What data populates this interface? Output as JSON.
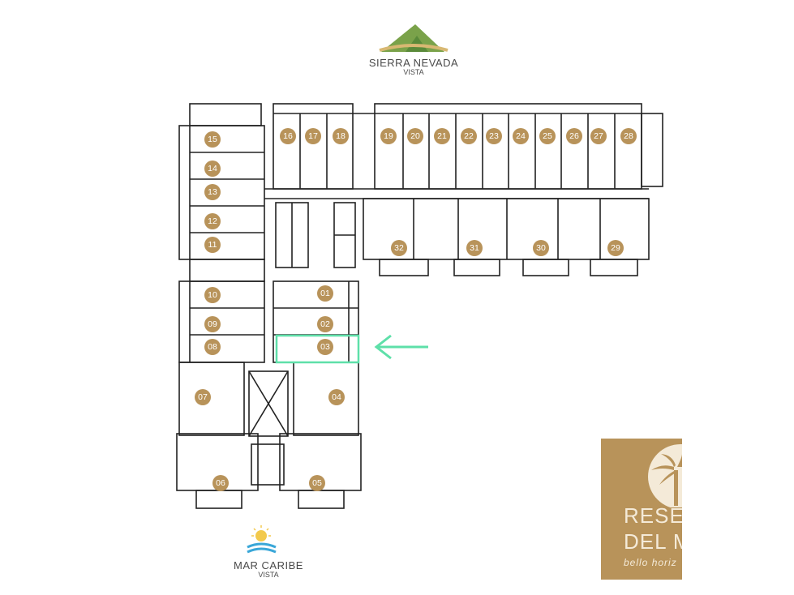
{
  "top_label": {
    "line1": "SIERRA NEVADA",
    "line2": "VISTA"
  },
  "bottom_label": {
    "line1": "MAR CARIBE",
    "line2": "VISTA"
  },
  "brand": {
    "line1": "RESER",
    "line2": "DEL M",
    "line3": "bello horiz"
  },
  "units": [
    "15",
    "14",
    "13",
    "12",
    "11",
    "10",
    "09",
    "08",
    "07",
    "06",
    "16",
    "17",
    "18",
    "19",
    "20",
    "21",
    "22",
    "23",
    "24",
    "25",
    "26",
    "27",
    "28",
    "32",
    "31",
    "30",
    "29",
    "01",
    "02",
    "03",
    "04",
    "05"
  ],
  "highlighted_unit": "03",
  "colors": {
    "badge": "#b8935a",
    "highlight": "#5ee0a9",
    "walls": "#222222"
  }
}
